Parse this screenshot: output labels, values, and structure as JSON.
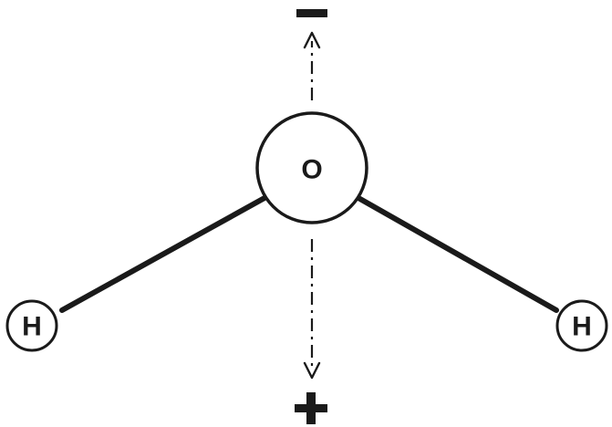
{
  "diagram": {
    "oxygen": {
      "label": "O"
    },
    "hydrogen_left": {
      "label": "H"
    },
    "hydrogen_right": {
      "label": "H"
    },
    "negative_pole": {
      "symbol": "minus-sign"
    },
    "positive_pole": {
      "symbol": "plus-sign"
    }
  }
}
